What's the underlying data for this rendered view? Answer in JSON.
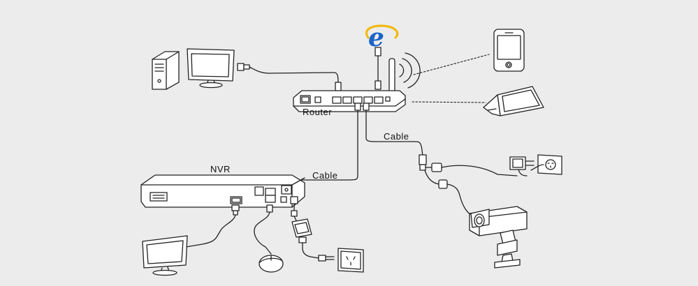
{
  "labels": {
    "router": "Router",
    "nvr": "NVR",
    "cable_router_nvr": "Cable",
    "cable_router_camera": "Cable"
  },
  "icons": {
    "internet": "internet-explorer-icon",
    "desktop": "desktop-computer-icon",
    "phone": "smartphone-icon",
    "laptop": "laptop-icon",
    "camera": "bullet-camera-icon",
    "mouse": "mouse-icon",
    "monitor": "monitor-icon",
    "adapter": "power-adapter-icon",
    "outlet": "power-outlet-icon"
  },
  "colors": {
    "background": "#ececec",
    "line": "#222222",
    "ie_blue": "#1b63c9",
    "ie_ring": "#f2b705"
  }
}
